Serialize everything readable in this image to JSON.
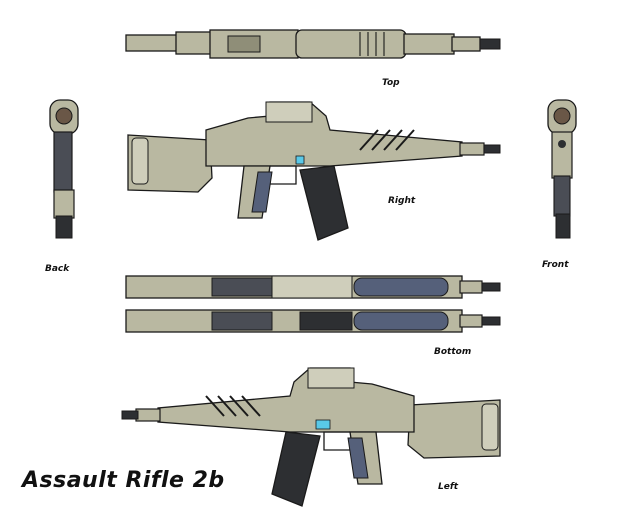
{
  "title": "Assault Rifle 2b",
  "views": {
    "top": "Top",
    "right": "Right",
    "back": "Back",
    "front": "Front",
    "bottom": "Bottom",
    "left": "Left"
  },
  "colors": {
    "body": "#b9b8a1",
    "body_dark": "#8f8e78",
    "body_light": "#cfcebb",
    "metal": "#4a4d55",
    "grip_blue": "#55607a",
    "magazine": "#2d2f32",
    "outline": "#1a1a1a",
    "indicator": "#59c9e8",
    "sight_lens": "#6a5747"
  }
}
